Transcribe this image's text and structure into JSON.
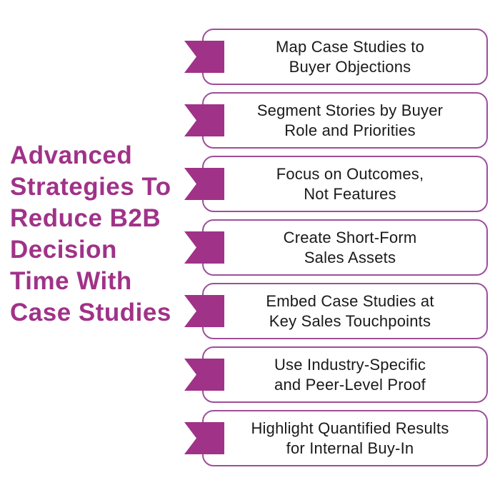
{
  "infographic": {
    "title": {
      "text": "Advanced Strategies To Reduce B2B Decision Time With Case Studies",
      "lines": [
        "Advanced",
        "Strategies To",
        "Reduce B2B",
        "Decision",
        "Time With",
        "Case Studies"
      ]
    },
    "items": [
      {
        "line1": "Map Case Studies to",
        "line2": "Buyer Objections"
      },
      {
        "line1": "Segment Stories by Buyer",
        "line2": "Role and Priorities"
      },
      {
        "line1": "Focus on Outcomes,",
        "line2": "Not Features"
      },
      {
        "line1": "Create Short-Form",
        "line2": "Sales Assets"
      },
      {
        "line1": "Embed Case Studies at",
        "line2": "Key Sales Touchpoints"
      },
      {
        "line1": "Use Industry-Specific",
        "line2": "and Peer-Level Proof"
      },
      {
        "line1": "Highlight Quantified Results",
        "line2": "for Internal Buy-In"
      }
    ],
    "colors": {
      "accent": "#a03288",
      "card_border": "#9d4f9a",
      "card_background": "#ffffff",
      "text": "#1a1a1a",
      "background": "#ffffff"
    },
    "icons": {
      "ribbon": "ribbon-flag-icon"
    }
  }
}
